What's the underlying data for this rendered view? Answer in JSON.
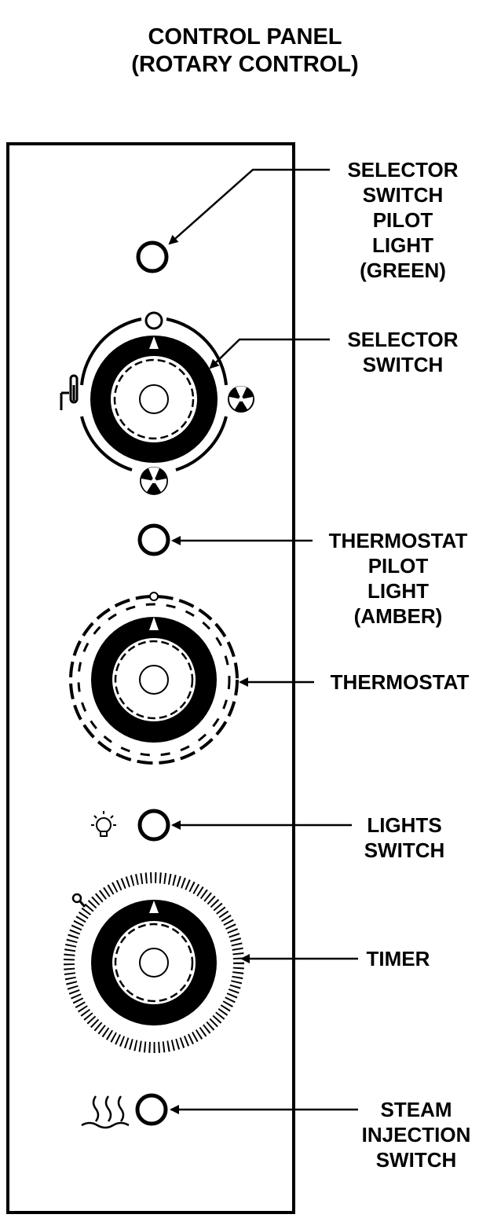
{
  "title": [
    "CONTROL PANEL",
    "(ROTARY CONTROL)"
  ],
  "callouts": {
    "selector_pilot": [
      "SELECTOR",
      "SWITCH",
      "PILOT",
      "LIGHT",
      "(GREEN)"
    ],
    "selector_switch": [
      "SELECTOR",
      "SWITCH"
    ],
    "thermostat_pilot": [
      "THERMOSTAT",
      "PILOT",
      "LIGHT",
      "(AMBER)"
    ],
    "thermostat": [
      "THERMOSTAT"
    ],
    "lights_switch": [
      "LIGHTS",
      "SWITCH"
    ],
    "timer": [
      "TIMER"
    ],
    "steam_switch": [
      "STEAM",
      "INJECTION",
      "SWITCH"
    ]
  },
  "colors": {
    "ink": "#000000",
    "panel": "#ffffff"
  },
  "icons": [
    "thermometer-icon",
    "fan-icon",
    "fan-heat-icon",
    "light-bulb-icon",
    "steam-icon",
    "magnifier-icon"
  ]
}
